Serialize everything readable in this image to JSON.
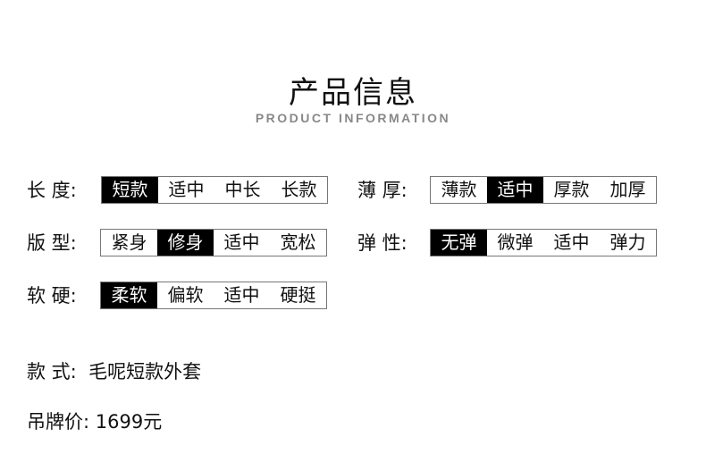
{
  "header": {
    "title": "产品信息",
    "subtitle": "PRODUCT INFORMATION"
  },
  "attributes": [
    {
      "label": "长 度:",
      "options": [
        "短款",
        "适中",
        "中长",
        "长款"
      ],
      "selected": 0
    },
    {
      "label": "版 型:",
      "options": [
        "紧身",
        "修身",
        "适中",
        "宽松"
      ],
      "selected": 1
    },
    {
      "label": "软 硬:",
      "options": [
        "柔软",
        "偏软",
        "适中",
        "硬挺"
      ],
      "selected": 0
    },
    {
      "label": "薄 厚:",
      "options": [
        "薄款",
        "适中",
        "厚款",
        "加厚"
      ],
      "selected": 1
    },
    {
      "label": "弹 性:",
      "options": [
        "无弹",
        "微弹",
        "适中",
        "弹力"
      ],
      "selected": 0
    }
  ],
  "style": {
    "label": "款 式:",
    "value": "毛呢短款外套"
  },
  "price": {
    "label": "吊牌价:",
    "value": "1699元"
  }
}
